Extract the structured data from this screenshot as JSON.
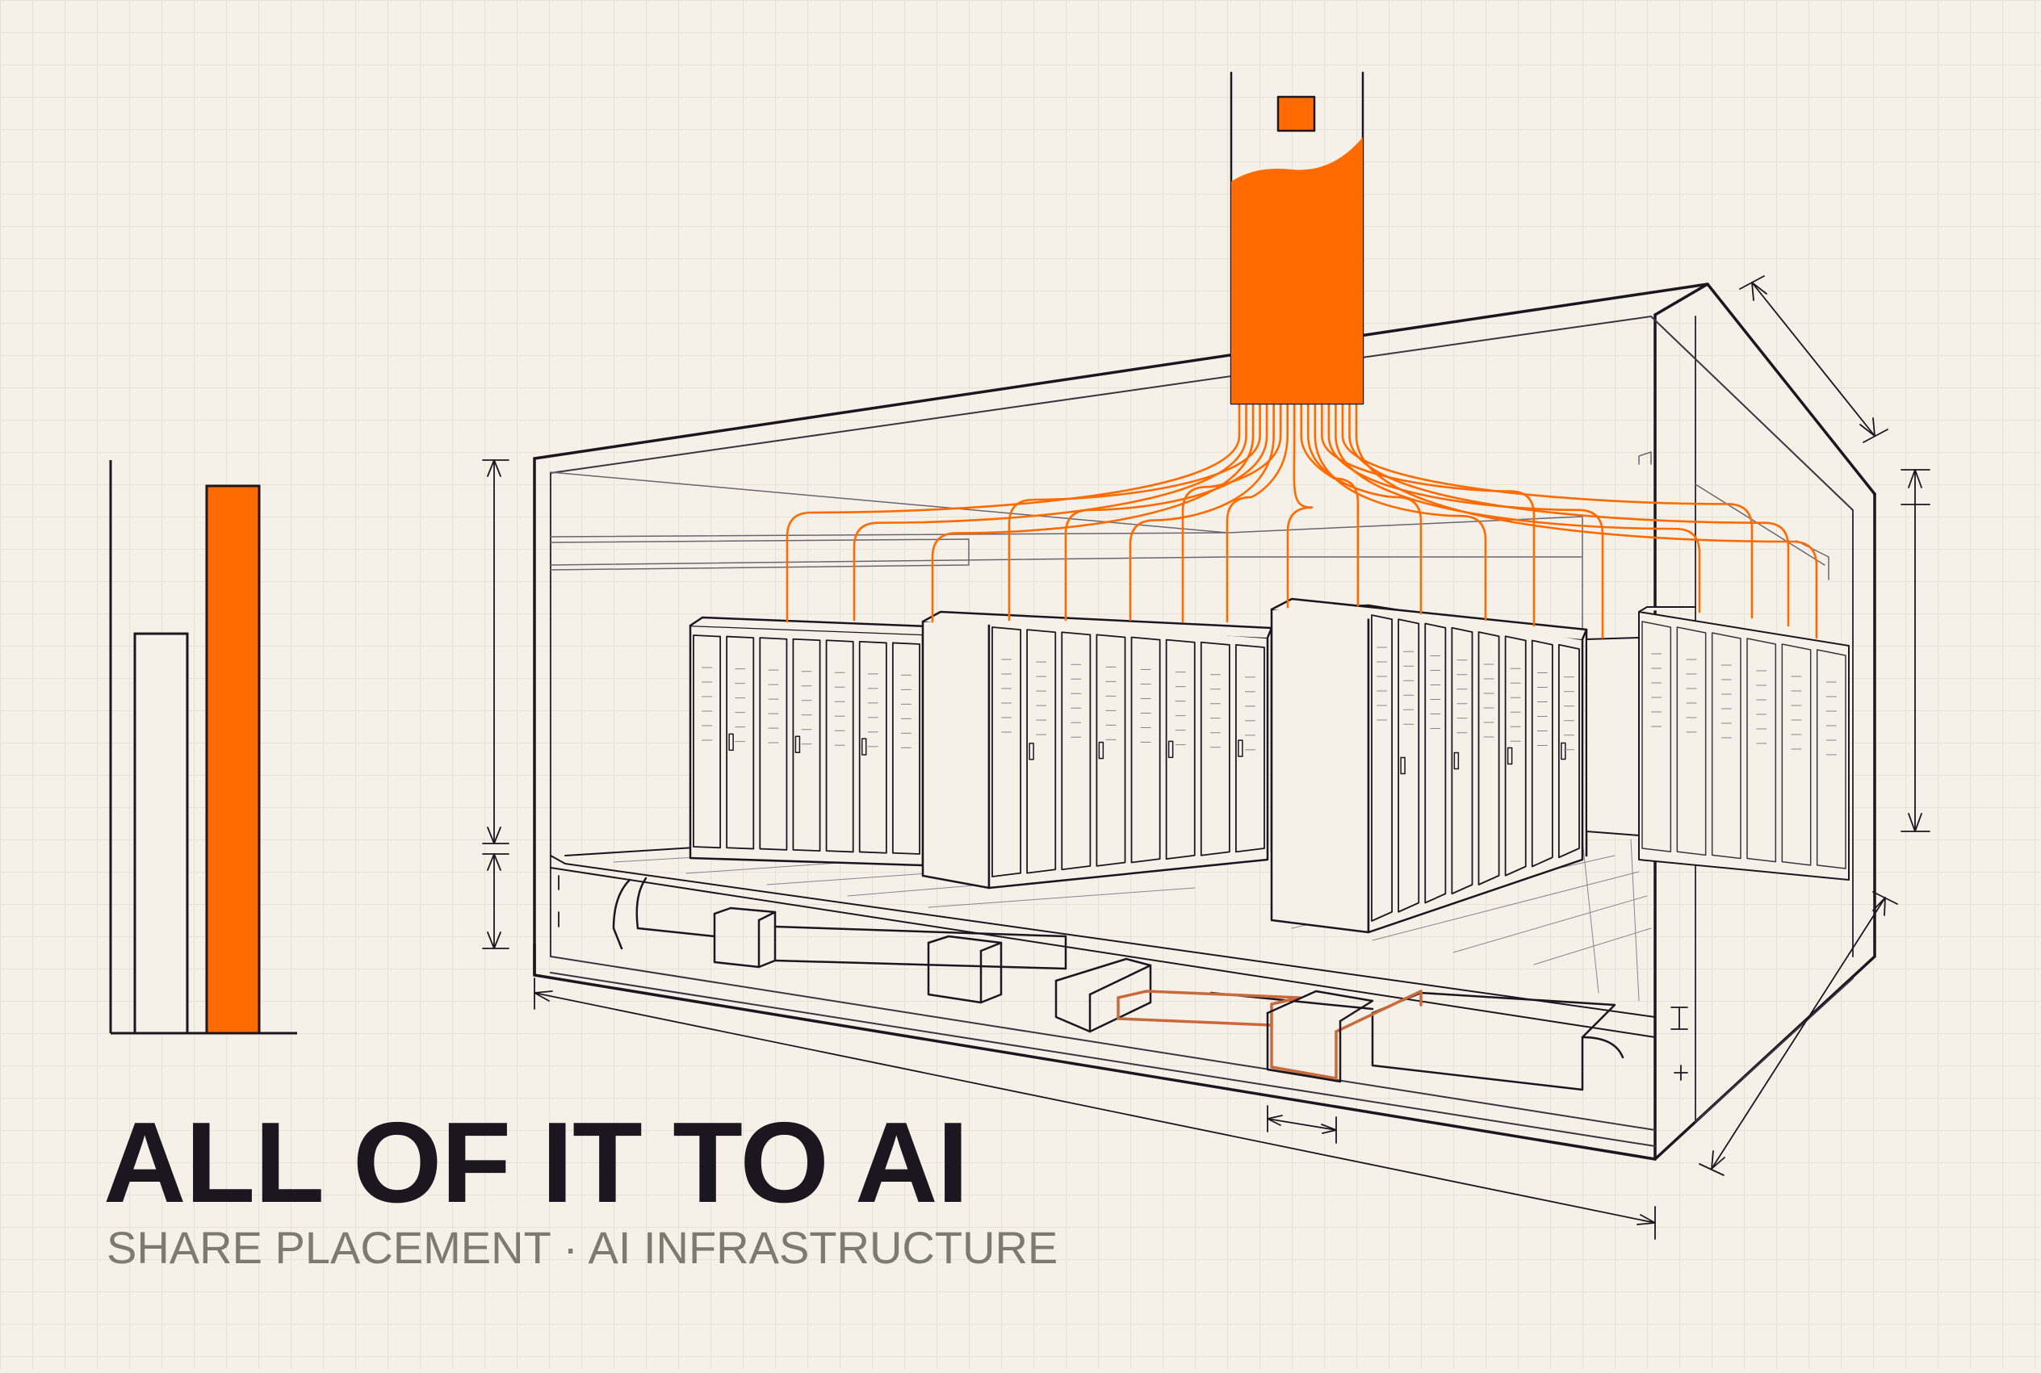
{
  "headline": "ALL OF IT TO AI",
  "subtitle": {
    "left": "SHARE PLACEMENT",
    "separator": "·",
    "right": "AI INFRASTRUCTURE"
  },
  "chart_data": {
    "type": "bar",
    "categories": [
      "",
      ""
    ],
    "values": [
      0.73,
      1.0
    ],
    "ylim": [
      0,
      1
    ],
    "grid": false
  },
  "colors": {
    "background": "#f5f1e8",
    "grid": "#e3ddd0",
    "ink": "#1c1620",
    "accent": "#ff6b00",
    "muted": "#7d7a70",
    "duct_highlight": "#c96a3c"
  }
}
